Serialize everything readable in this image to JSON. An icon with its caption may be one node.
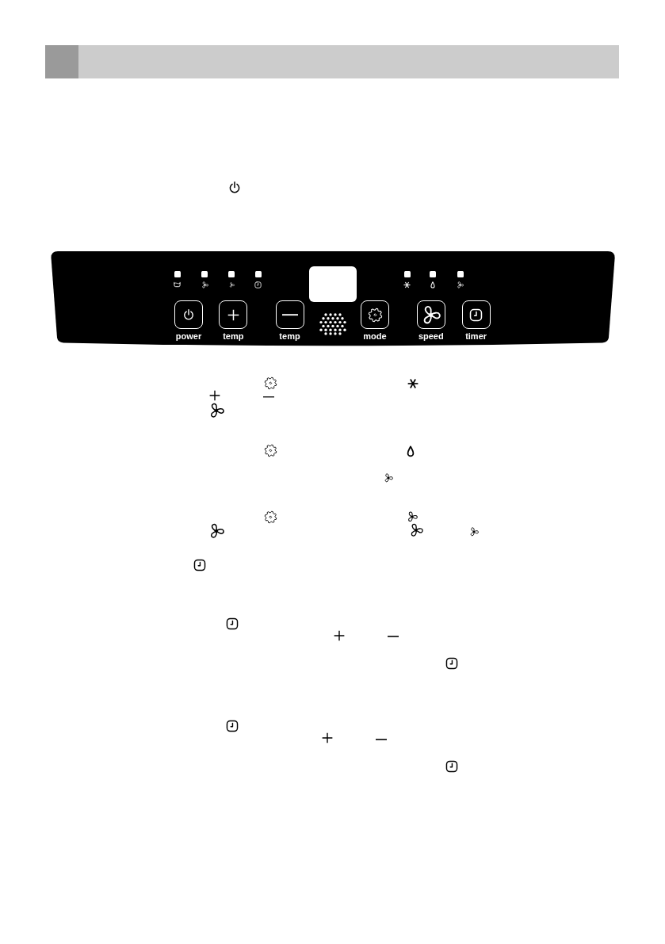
{
  "diagram": {
    "nodes": [
      {
        "text": [
          "power"
        ]
      },
      {
        "text": [
          "temp"
        ]
      },
      {
        "text": [
          "temp"
        ]
      },
      {
        "text": [
          "mode"
        ]
      },
      {
        "text": [
          "speed"
        ]
      },
      {
        "text": [
          "timer"
        ]
      }
    ]
  }
}
